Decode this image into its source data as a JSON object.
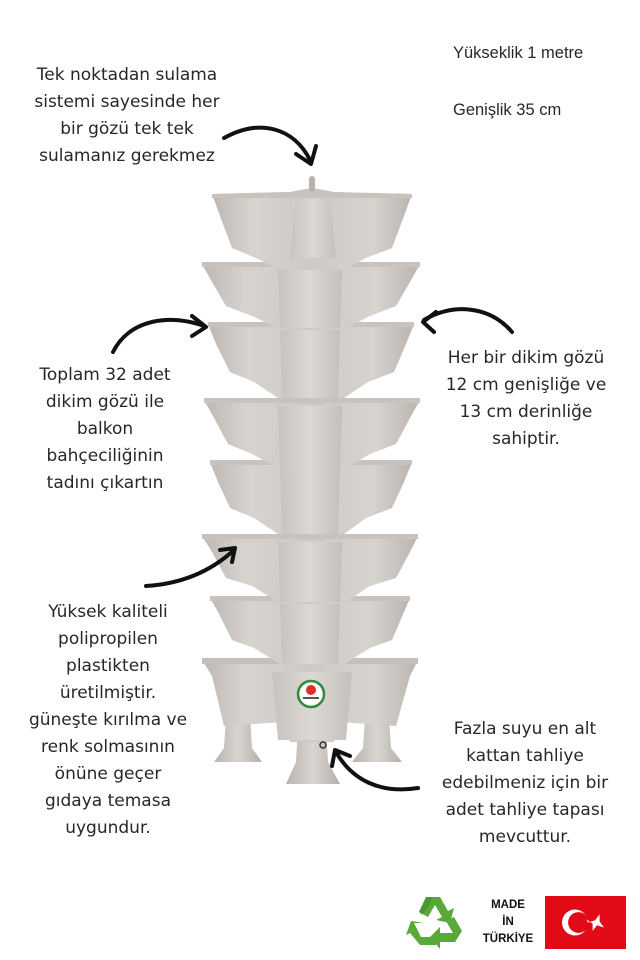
{
  "specs": {
    "height": "Yükseklik 1 metre",
    "width": "Genişlik 35 cm"
  },
  "callouts": {
    "watering": [
      "Tek noktadan sulama",
      "sistemi sayesinde her",
      "bir gözü tek tek",
      "sulamanız gerekmez"
    ],
    "pockets_total": [
      "Toplam 32 adet",
      "dikim gözü ile",
      "balkon",
      "bahçeciliğinin",
      "tadını çıkartın"
    ],
    "pocket_size": [
      "Her bir dikim gözü",
      "12 cm genişliğe ve",
      "13 cm derinliğe",
      "sahiptir."
    ],
    "material": [
      "Yüksek kaliteli",
      "polipropilen",
      "plastikten",
      "üretilmiştir.",
      "güneşte kırılma ve",
      "renk solmasının",
      "önüne geçer",
      "gıdaya temasa",
      "uygundur."
    ],
    "drain": [
      "Fazla suyu en alt",
      "kattan tahliye",
      "edebilmeniz için bir",
      "adet tahliye tapası",
      "mevcuttur."
    ]
  },
  "product": {
    "name": "vertical-stacking-planter-tower",
    "tiers": 7,
    "color": "#cfcbc6"
  },
  "badges": {
    "recycle_icon": "recycle-icon",
    "recycle_color": "#5aa83a",
    "made_in": [
      "MADE",
      "İN",
      "TÜRKİYE"
    ],
    "flag": "turkey-flag",
    "flag_color": "#e30a17"
  }
}
